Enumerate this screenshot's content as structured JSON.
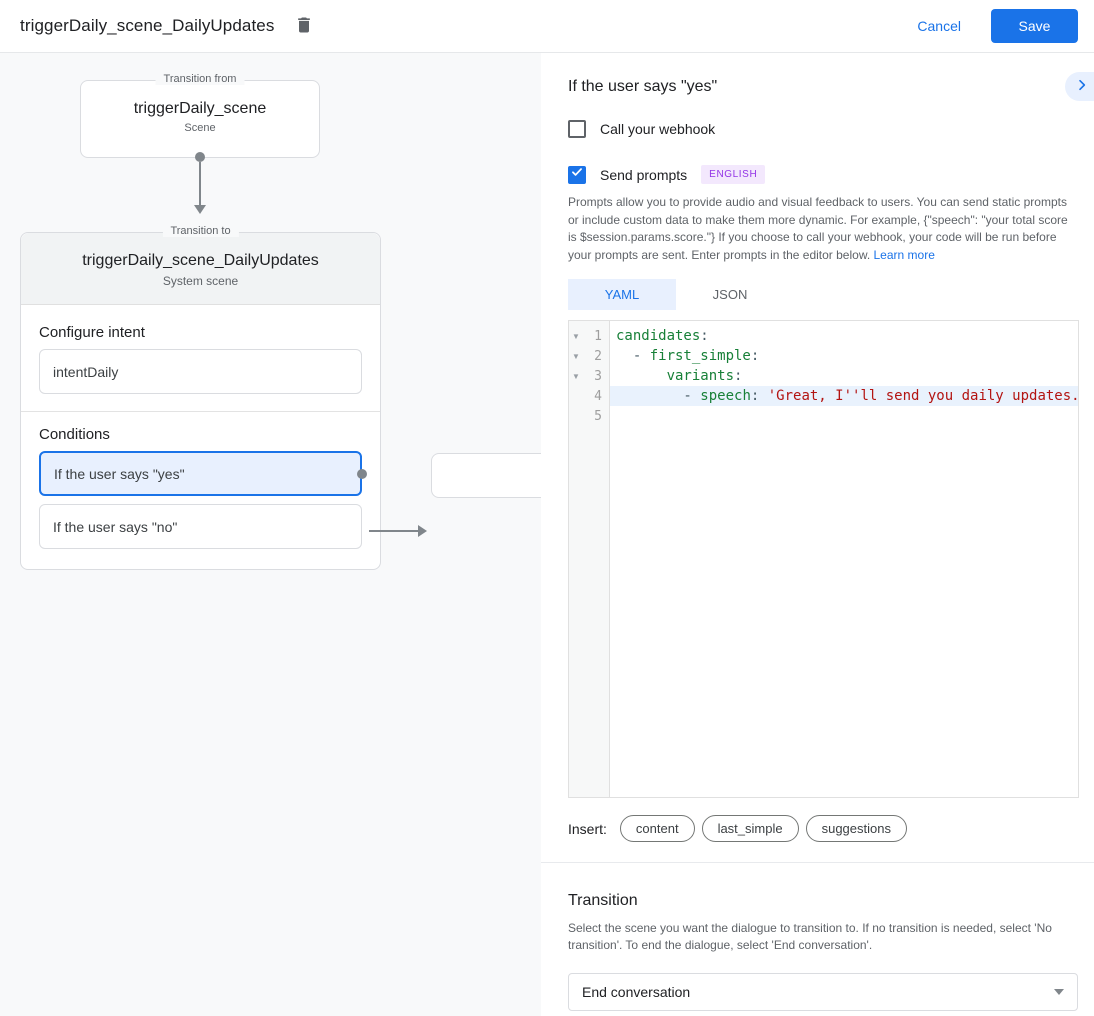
{
  "colors": {
    "accent": "#1a73e8",
    "accent_light": "#e8f0fe",
    "code_key": "#188038",
    "code_string": "#b31412",
    "badge_bg": "#f3e8fd",
    "badge_text": "#9334e6"
  },
  "header": {
    "title": "triggerDaily_scene_DailyUpdates",
    "cancel_label": "Cancel",
    "save_label": "Save"
  },
  "canvas": {
    "from_node": {
      "group_label": "Transition from",
      "title": "triggerDaily_scene",
      "subtitle": "Scene"
    },
    "to_node": {
      "group_label": "Transition to",
      "title": "triggerDaily_scene_DailyUpdates",
      "subtitle": "System scene",
      "configure_intent_label": "Configure intent",
      "intent_value": "intentDaily",
      "conditions_label": "Conditions",
      "conditions": [
        {
          "label": "If the user says \"yes\"",
          "selected": true
        },
        {
          "label": "If the user says \"no\"",
          "selected": false
        }
      ]
    }
  },
  "panel": {
    "title": "If the user says \"yes\"",
    "webhook": {
      "label": "Call your webhook",
      "checked": false
    },
    "prompts": {
      "label": "Send prompts",
      "checked": true,
      "badge": "ENGLISH"
    },
    "description": "Prompts allow you to provide audio and visual feedback to users. You can send static prompts or include custom data to make them more dynamic. For example, {\"speech\": \"your total score is $session.params.score.\"} If you choose to call your webhook, your code will be run before your prompts are sent. Enter prompts in the editor below.",
    "learn_more": "Learn more",
    "tabs": [
      {
        "label": "YAML",
        "active": true
      },
      {
        "label": "JSON",
        "active": false
      }
    ],
    "editor": {
      "lines": [
        {
          "num": "1",
          "fold": true,
          "highlight": false,
          "segments": [
            {
              "c": "k",
              "t": "candidates"
            },
            {
              "c": "p",
              "t": ":"
            }
          ]
        },
        {
          "num": "2",
          "fold": true,
          "highlight": false,
          "segments": [
            {
              "c": "p",
              "t": "  - "
            },
            {
              "c": "k",
              "t": "first_simple"
            },
            {
              "c": "p",
              "t": ":"
            }
          ]
        },
        {
          "num": "3",
          "fold": true,
          "highlight": false,
          "segments": [
            {
              "c": "p",
              "t": "      "
            },
            {
              "c": "k",
              "t": "variants"
            },
            {
              "c": "p",
              "t": ":"
            }
          ]
        },
        {
          "num": "4",
          "fold": false,
          "highlight": true,
          "segments": [
            {
              "c": "p",
              "t": "        - "
            },
            {
              "c": "k",
              "t": "speech"
            },
            {
              "c": "p",
              "t": ": "
            },
            {
              "c": "s",
              "t": "'Great, I''ll send you daily updates."
            }
          ]
        },
        {
          "num": "5",
          "fold": false,
          "highlight": false,
          "segments": []
        }
      ]
    },
    "insert": {
      "label": "Insert:",
      "chips": [
        "content",
        "last_simple",
        "suggestions"
      ]
    },
    "transition": {
      "title": "Transition",
      "description": "Select the scene you want the dialogue to transition to. If no transition is needed, select 'No transition'. To end the dialogue, select 'End conversation'.",
      "value": "End conversation"
    }
  }
}
